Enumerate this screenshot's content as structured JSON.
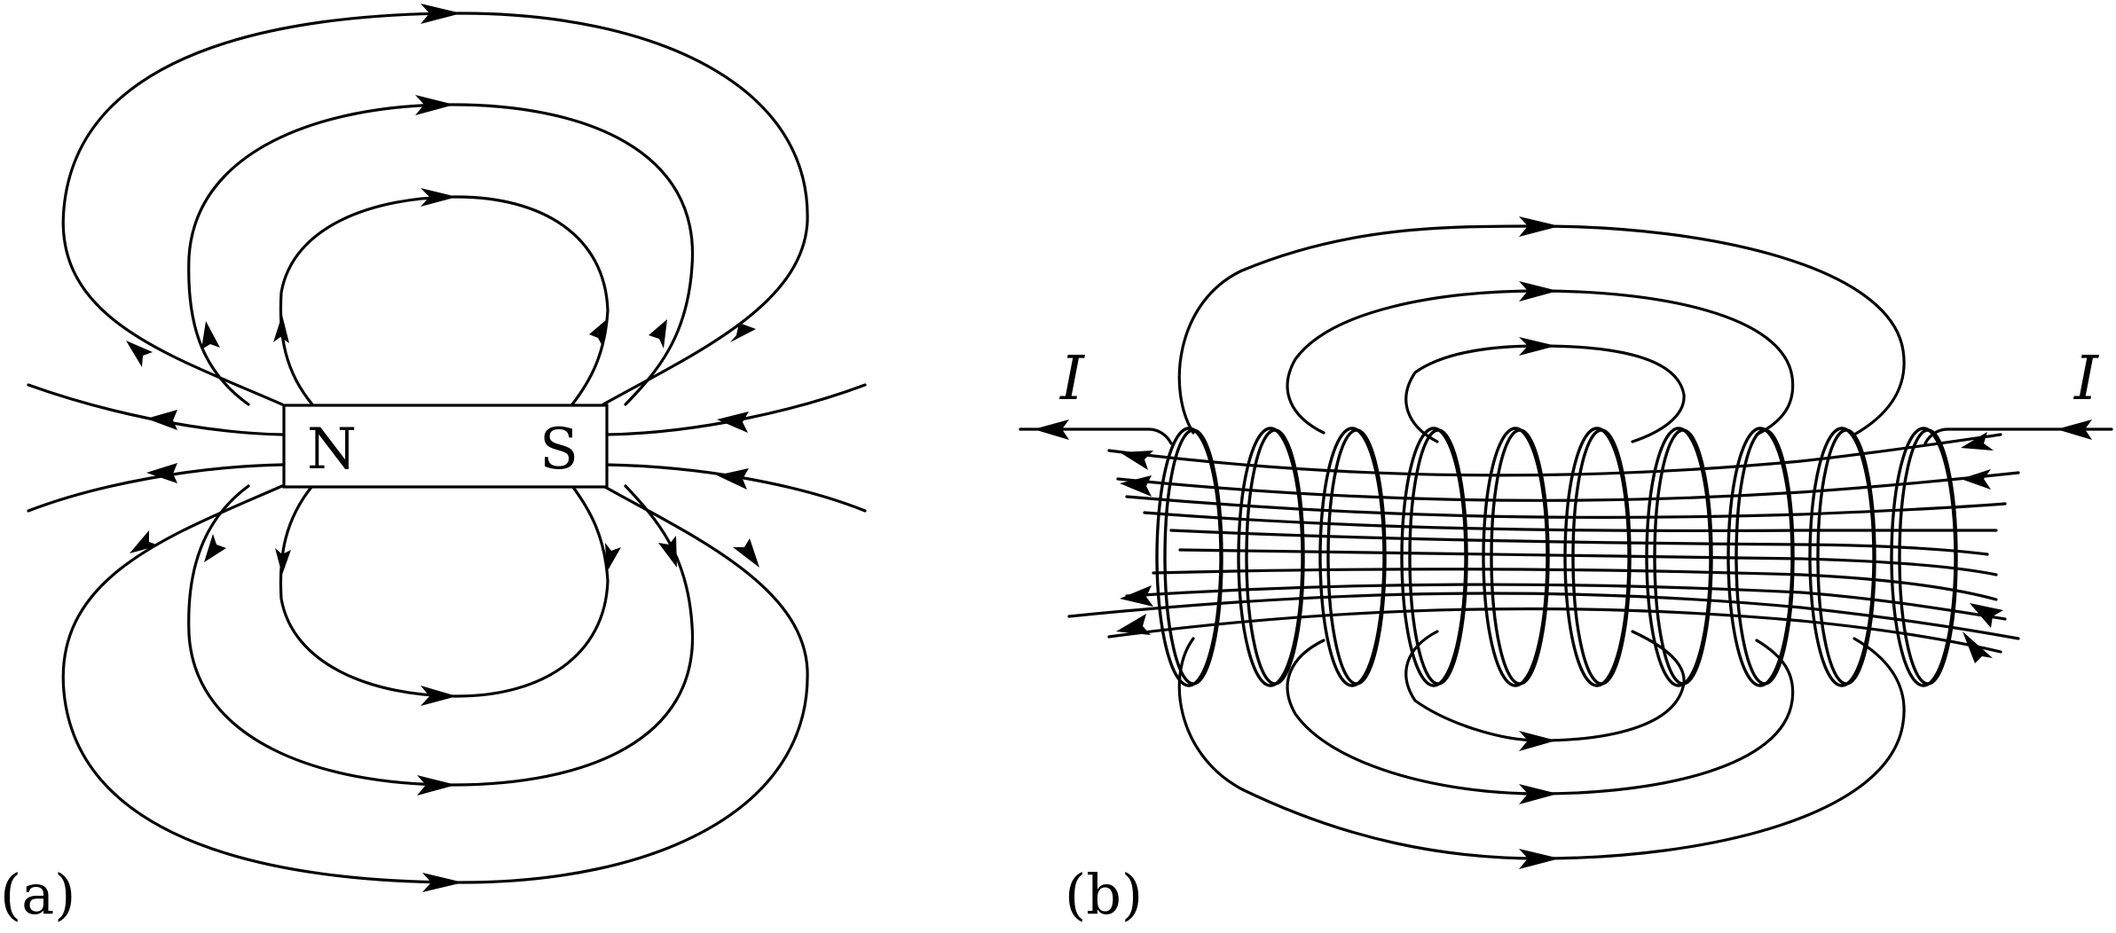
{
  "panel_a": {
    "label": "(a)",
    "north_label": "N",
    "south_label": "S"
  },
  "panel_b": {
    "label": "(b)",
    "current_left": "I",
    "current_right": "I"
  }
}
